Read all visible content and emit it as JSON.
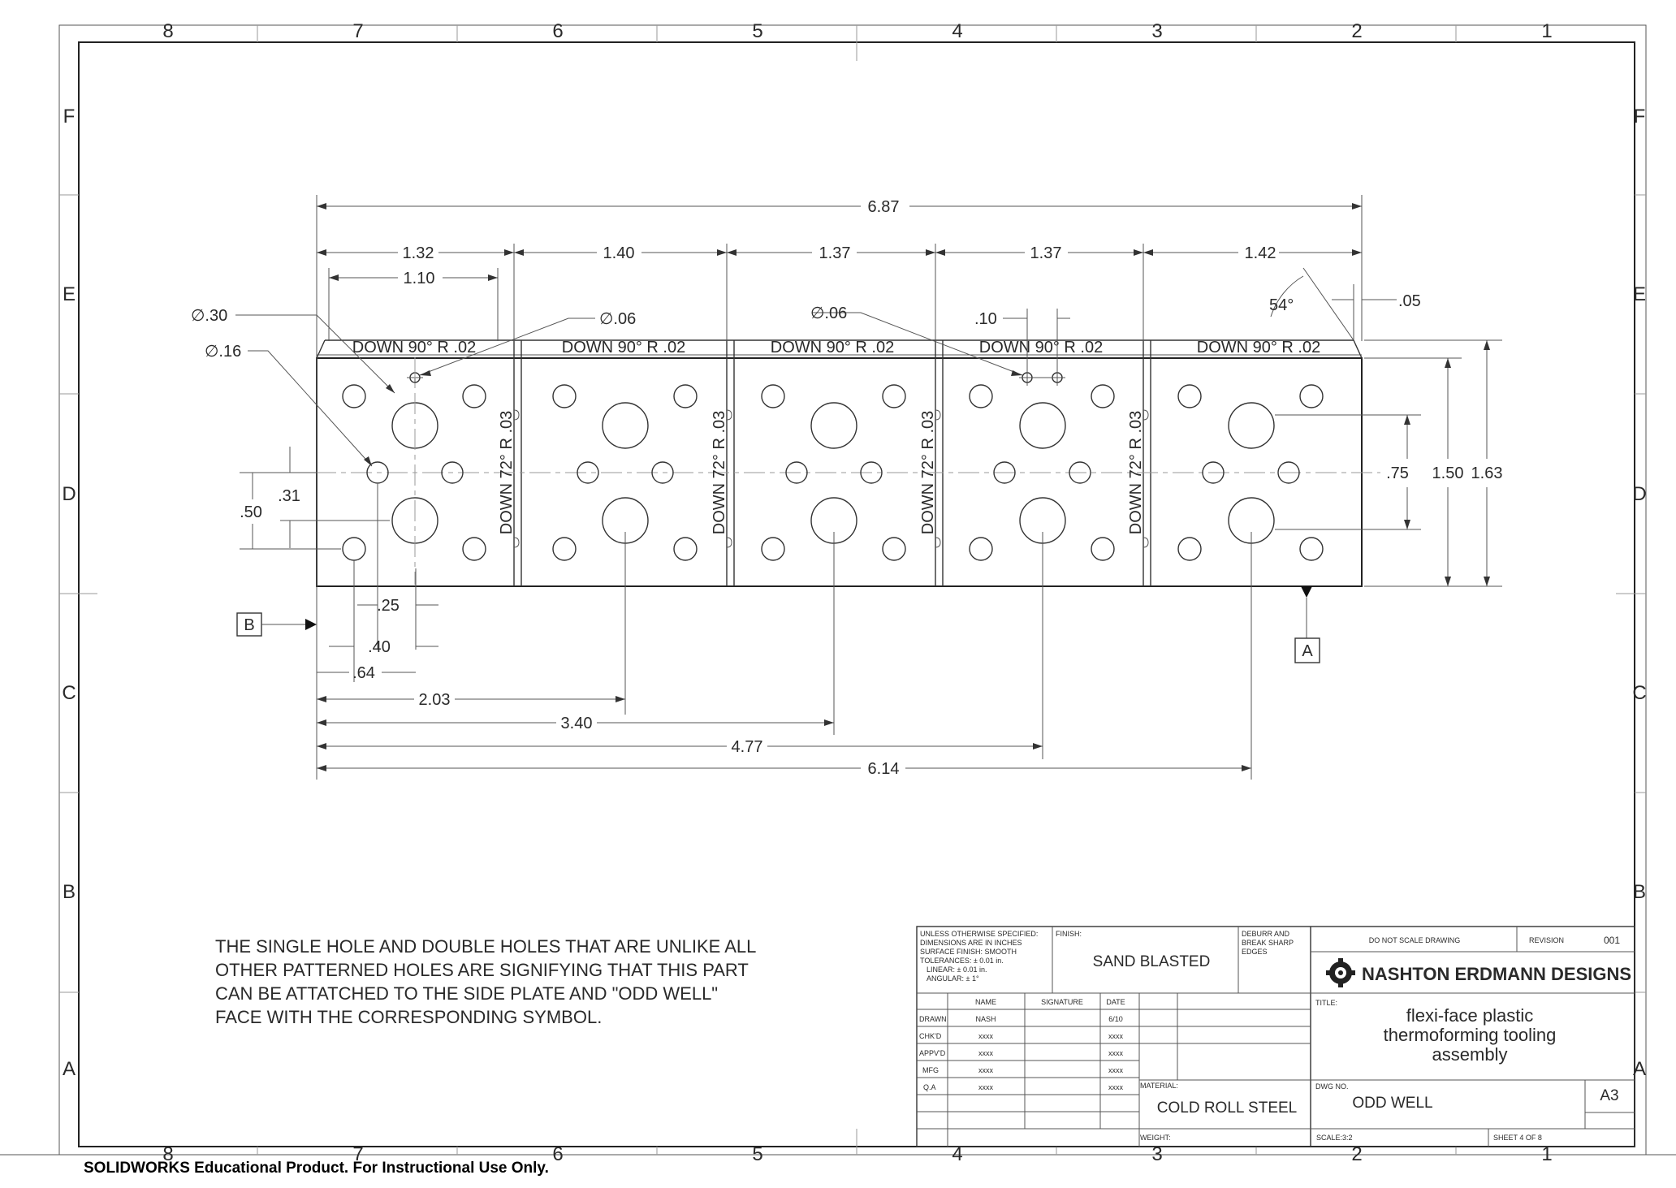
{
  "border": {
    "col_numbers": [
      "8",
      "7",
      "6",
      "5",
      "4",
      "3",
      "2",
      "1"
    ],
    "row_letters": [
      "F",
      "E",
      "D",
      "C",
      "B",
      "A"
    ]
  },
  "dimensions": {
    "overall_length": "6.87",
    "segments": [
      "1.32",
      "1.40",
      "1.37",
      "1.37",
      "1.42"
    ],
    "hole_x_first": "1.10",
    "chamfer_width": ".05",
    "chamfer_angle": "54°",
    "hole_spacing": ".10",
    "dia_large": "∅.30",
    "dia_medium": "∅.16",
    "dia_pin_1": "∅.06",
    "dia_pin_2": "∅.06",
    "height_hole_pitch": ".75",
    "height_body": "1.50",
    "height_overall": "1.63",
    "left_y_outer": ".50",
    "left_y_inner": ".31",
    "x_row": [
      ".25",
      ".40",
      ".64",
      "2.03",
      "3.40",
      "4.77",
      "6.14"
    ]
  },
  "bend_notes": {
    "top": [
      "DOWN 90° R .02",
      "DOWN 90° R .02",
      "DOWN 90° R .02",
      "DOWN 90° R .02",
      "DOWN 90° R .02"
    ],
    "side": [
      "DOWN 72° R .03",
      "DOWN 72° R .03",
      "DOWN 72° R .03",
      "DOWN 72° R .03"
    ]
  },
  "datums": {
    "a": "A",
    "b": "B"
  },
  "note_lines": [
    "THE SINGLE HOLE AND DOUBLE HOLES THAT ARE UNLIKE ALL",
    "OTHER PATTERNED HOLES ARE SIGNIFYING THAT THIS PART",
    "CAN BE ATTATCHED TO THE SIDE PLATE AND \"ODD WELL\"",
    "FACE WITH THE CORRESPONDING SYMBOL."
  ],
  "title_block": {
    "spec_lines": [
      "UNLESS OTHERWISE SPECIFIED:",
      "DIMENSIONS ARE IN INCHES",
      "SURFACE FINISH: SMOOTH",
      "TOLERANCES: ± 0.01 in.",
      "LINEAR: ± 0.01 in.",
      "ANGULAR: ± 1°"
    ],
    "finish_label": "FINISH:",
    "finish_value": "SAND BLASTED",
    "deburr_lines": [
      "DEBURR AND",
      "BREAK SHARP",
      "EDGES"
    ],
    "do_not_scale": "DO NOT SCALE DRAWING",
    "revision_label": "REVISION",
    "revision_value": "001",
    "company": "NASHTON ERDMANN DESIGNS",
    "headers": [
      "NAME",
      "SIGNATURE",
      "DATE"
    ],
    "rows": [
      {
        "role": "DRAWN",
        "name": "NASH",
        "date": "6/10"
      },
      {
        "role": "CHK'D",
        "name": "xxxx",
        "date": "xxxx"
      },
      {
        "role": "APPV'D",
        "name": "xxxx",
        "date": "xxxx"
      },
      {
        "role": "MFG",
        "name": "xxxx",
        "date": "xxxx"
      },
      {
        "role": "Q.A",
        "name": "xxxx",
        "date": "xxxx"
      }
    ],
    "title_label": "TITLE:",
    "title_lines": [
      "flexi-face plastic",
      "thermoforming tooling",
      "assembly"
    ],
    "material_label": "MATERIAL:",
    "material_value": "COLD ROLL STEEL",
    "dwg_no_label": "DWG NO.",
    "dwg_no_value": "ODD WELL",
    "size": "A3",
    "weight_label": "WEIGHT:",
    "scale": "SCALE:3:2",
    "sheet": "SHEET 4 OF 8"
  },
  "watermark": "SOLIDWORKS Educational Product. For Instructional Use Only."
}
